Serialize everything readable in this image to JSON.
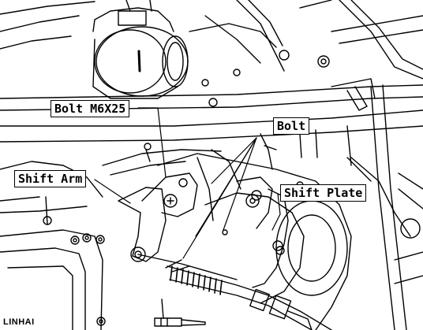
{
  "callouts": {
    "bolt_m6x25": "Bolt M6X25",
    "bolt": "Bolt",
    "shift_arm": "Shift Arm",
    "shift_plate": "Shift Plate"
  },
  "brand_mark": "LINHAI",
  "colors": {
    "line": "#000000",
    "background": "#ffffff",
    "fill_light": "#ffffff",
    "hatch": "#000000"
  }
}
